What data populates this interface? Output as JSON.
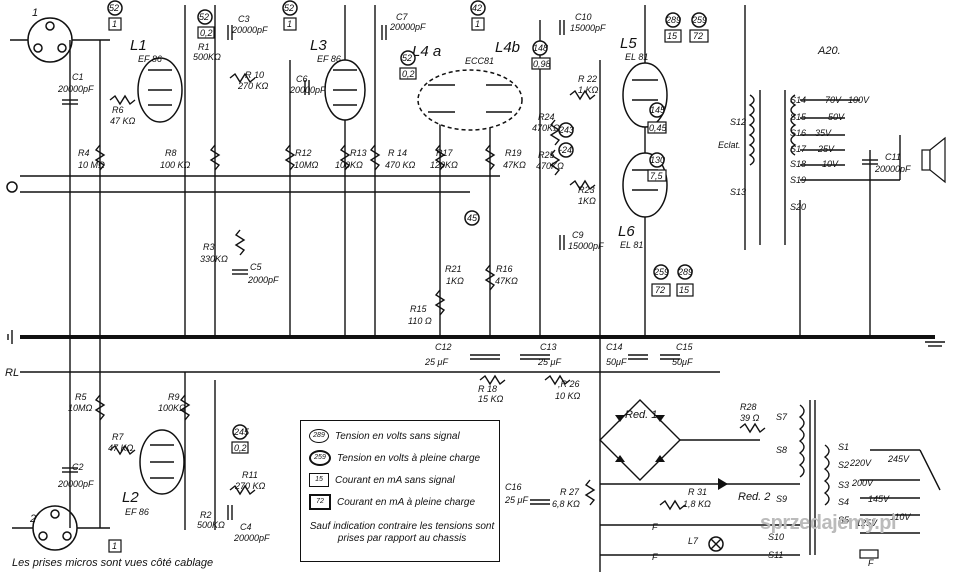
{
  "diagram_ref": "A20.",
  "tubes": {
    "L1": {
      "name": "L1",
      "type": "EF 86"
    },
    "L2": {
      "name": "L2",
      "type": "EF 86"
    },
    "L3": {
      "name": "L3",
      "type": "EF 86"
    },
    "L4a": {
      "name": "L4 a"
    },
    "L4b": {
      "name": "L4b",
      "type": "ECC81"
    },
    "L5": {
      "name": "L5",
      "type": "EL 81"
    },
    "L6": {
      "name": "L6",
      "type": "EL 81"
    },
    "L7": {
      "name": "L7"
    }
  },
  "resistors": {
    "R1": [
      "R1",
      "500KΩ"
    ],
    "R2": [
      "R2",
      "500KΩ"
    ],
    "R3": [
      "R3",
      "330KΩ"
    ],
    "R4": [
      "R4",
      "10 MΩ"
    ],
    "R5": [
      "R5",
      "10MΩ"
    ],
    "R6": [
      "R6",
      "47 KΩ"
    ],
    "R7": [
      "R7",
      "47 KΩ"
    ],
    "R8": [
      "R8",
      "100 KΩ"
    ],
    "R9": [
      "R9",
      "100KΩ"
    ],
    "R10": [
      "R 10",
      "270 KΩ"
    ],
    "R11": [
      "R11",
      "270 KΩ"
    ],
    "R12": [
      "R12",
      "10MΩ"
    ],
    "R13": [
      "R13",
      "100KΩ"
    ],
    "R14": [
      "R 14",
      "470 KΩ"
    ],
    "R15": [
      "R15",
      "110 Ω"
    ],
    "R16": [
      "R16",
      "47KΩ"
    ],
    "R17": [
      "R17",
      "120KΩ"
    ],
    "R18": [
      "R 18",
      "15 KΩ"
    ],
    "R19": [
      "R19",
      "47KΩ"
    ],
    "R21": [
      "R21",
      "1KΩ"
    ],
    "R22": [
      "R 22",
      "1 KΩ"
    ],
    "R23": [
      "R23",
      "1KΩ"
    ],
    "R24": [
      "R24",
      "470KΩ"
    ],
    "R25": [
      "R25",
      "470KΩ"
    ],
    "R26": [
      ",R 26",
      "10 KΩ"
    ],
    "R27": [
      "R 27",
      "6,8 KΩ"
    ],
    "R28": [
      "R28",
      "39 Ω"
    ],
    "R31": [
      "R 31",
      "1,8 KΩ"
    ]
  },
  "capacitors": {
    "C1": [
      "C1",
      "20000pF"
    ],
    "C2": [
      "C2",
      "20000pF"
    ],
    "C3": [
      "C3",
      "20000pF"
    ],
    "C4": [
      "C4",
      "20000pF"
    ],
    "C5": [
      "C5",
      "2000pF"
    ],
    "C6": [
      "C6",
      "20000pF"
    ],
    "C7": [
      "C7",
      "20000pF"
    ],
    "C9": [
      "C9",
      "15000pF"
    ],
    "C10": [
      "C10",
      "15000pF"
    ],
    "C11": [
      "C11",
      "20000pF"
    ],
    "C12": [
      "C12",
      "25 μF"
    ],
    "C13": [
      "C13",
      "25 μF"
    ],
    "C14": [
      "C14",
      "50μF"
    ],
    "C15": [
      "C15",
      "50μF"
    ],
    "C16": [
      "C16",
      "25 μF"
    ]
  },
  "windings_out": [
    "S14",
    "S15",
    "S16",
    "S17",
    "S18",
    "S19",
    "S20",
    "S12",
    "S13"
  ],
  "taps_out": [
    "70V",
    "50V",
    "35V",
    "25V",
    "10V",
    "100V"
  ],
  "eclat": "Eclat.",
  "windings_mains": [
    "S1",
    "S2",
    "S3",
    "S4",
    "S5",
    "S7",
    "S8",
    "S9",
    "S10",
    "S11"
  ],
  "taps_mains": [
    "220V",
    "200V",
    "145V",
    "125V",
    "110V",
    "245V"
  ],
  "red1": "Red. 1",
  "red2": "Red. 2",
  "fuse": "F",
  "rl": "RL",
  "inputs": [
    "1",
    "2"
  ],
  "voltages_circle": [
    "52",
    "52",
    "52",
    "52",
    "42",
    "145",
    "130",
    "148",
    "245",
    "289",
    "259",
    "259",
    "289",
    "243",
    "45"
  ],
  "voltages_bold": [
    "0,2",
    "0,2",
    "0,2",
    "0,98",
    "0,45",
    "7,5",
    "-24"
  ],
  "currents_box": [
    "1",
    "1",
    "1",
    "1",
    "15",
    "15"
  ],
  "currents_bold": [
    "72",
    "72"
  ],
  "legend": {
    "items": [
      {
        "sym": "289",
        "text": "Tension en volts sans signal"
      },
      {
        "sym": "259",
        "text": "Tension en volts à pleine charge"
      },
      {
        "sym": "15",
        "text": "Courant en mA sans signal"
      },
      {
        "sym": "72",
        "text": "Courant en mA à pleine charge"
      }
    ],
    "note": "Sauf indication contraire les tensions sont prises par rapport au chassis"
  },
  "footnote": "Les prises micros sont vues côté cablage",
  "watermark": "sprzedajemy.pl"
}
